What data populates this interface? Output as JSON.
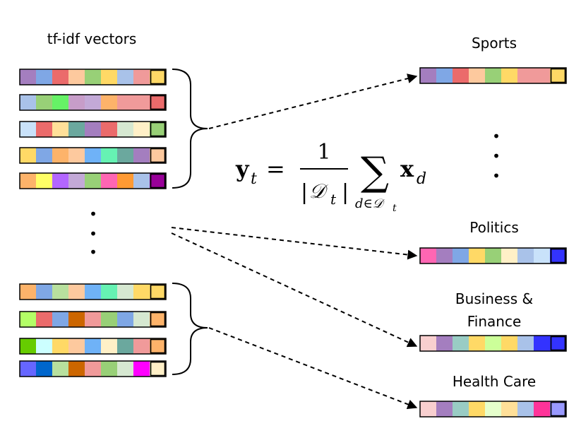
{
  "left_title": "tf-idf vectors",
  "formula": {
    "lhs_base": "y",
    "lhs_sub": "t",
    "equals": "=",
    "frac_num": "1",
    "frac_den_base": "𝒟",
    "frac_den_sub": "t",
    "sum_symbol": "∑",
    "sum_sub": "d∈𝒟",
    "sum_sub_t": "t",
    "rhs_base": "x",
    "rhs_sub": "d"
  },
  "dots_symbol": "•",
  "groups": [
    {
      "vectors": [
        [
          "#A47EBF",
          "#7FA7E5",
          "#EB6B6B",
          "#FDC99E",
          "#98D077",
          "#FFD966",
          "#A9C2E9",
          "#F09A9A",
          "#FFD966"
        ],
        [
          "#A9C2E9",
          "#98D077",
          "#66F266",
          "#C79DC9",
          "#C3A9D7",
          "#FDB36A",
          "#F09A9A",
          "#F09A9A",
          "#EB6B6B"
        ],
        [
          "#C9E2FA",
          "#EB6B6B",
          "#FFE099",
          "#6BA89E",
          "#A47EBF",
          "#EB6B6B",
          "#D6E8D1",
          "#FFF0C7",
          "#98D077"
        ],
        [
          "#FFD966",
          "#7FA7E5",
          "#FDB36A",
          "#FDC99E",
          "#6FB2F7",
          "#66F2B3",
          "#6BA89E",
          "#A47EBF",
          "#FDC99E"
        ],
        [
          "#FDB36A",
          "#FFFF66",
          "#B366FF",
          "#C3A9D7",
          "#98D077",
          "#FF66B3",
          "#FF9A33",
          "#A9C2E9",
          "#990099"
        ]
      ]
    },
    {
      "vectors": [
        [
          "#FDB36A",
          "#7FA7E5",
          "#B8E09E",
          "#FDC99E",
          "#6FB2F7",
          "#66F2B3",
          "#D6E8D1",
          "#FFD966",
          "#FFD966"
        ],
        [
          "#B3FF66",
          "#EB6B6B",
          "#7FA7E5",
          "#CC6600",
          "#F09A9A",
          "#98D077",
          "#7FA7E5",
          "#D6E8D1",
          "#FDB36A"
        ],
        [
          "#66CC00",
          "#CCFFFF",
          "#FFD966",
          "#FDC99E",
          "#6FB2F7",
          "#FFF0C7",
          "#6BA89E",
          "#F09A9A",
          "#FDB36A"
        ],
        [
          "#6666FF",
          "#0066CC",
          "#B8E09E",
          "#CC6600",
          "#F09A9A",
          "#98D077",
          "#D6E8D1",
          "#FF00FF",
          "#FFF0C7"
        ]
      ]
    }
  ],
  "categories": [
    {
      "lines": [
        "Sports"
      ],
      "colors": [
        "#A47EBF",
        "#7FA7E5",
        "#EB6B6B",
        "#FDC99E",
        "#98D077",
        "#FFD966",
        "#F09A9A",
        "#F09A9A",
        "#FFD966"
      ]
    },
    {
      "lines": [
        "Politics"
      ],
      "colors": [
        "#FF66B3",
        "#A47EBF",
        "#7FA7E5",
        "#FFD966",
        "#98D077",
        "#FFF0C7",
        "#A9C2E9",
        "#C9E2FA",
        "#3333FF"
      ]
    },
    {
      "lines": [
        "Business &",
        "Finance"
      ],
      "colors": [
        "#F8CFCF",
        "#A47EBF",
        "#99CCC4",
        "#FFD966",
        "#CCFF99",
        "#FFD966",
        "#A9C2E9",
        "#3333FF",
        "#3333FF"
      ]
    },
    {
      "lines": [
        "Health Care"
      ],
      "colors": [
        "#F8CFCF",
        "#A47EBF",
        "#99CCC4",
        "#FFD966",
        "#E6FFCC",
        "#FFE099",
        "#A9C2E9",
        "#FF3399",
        "#9999FF"
      ]
    }
  ]
}
